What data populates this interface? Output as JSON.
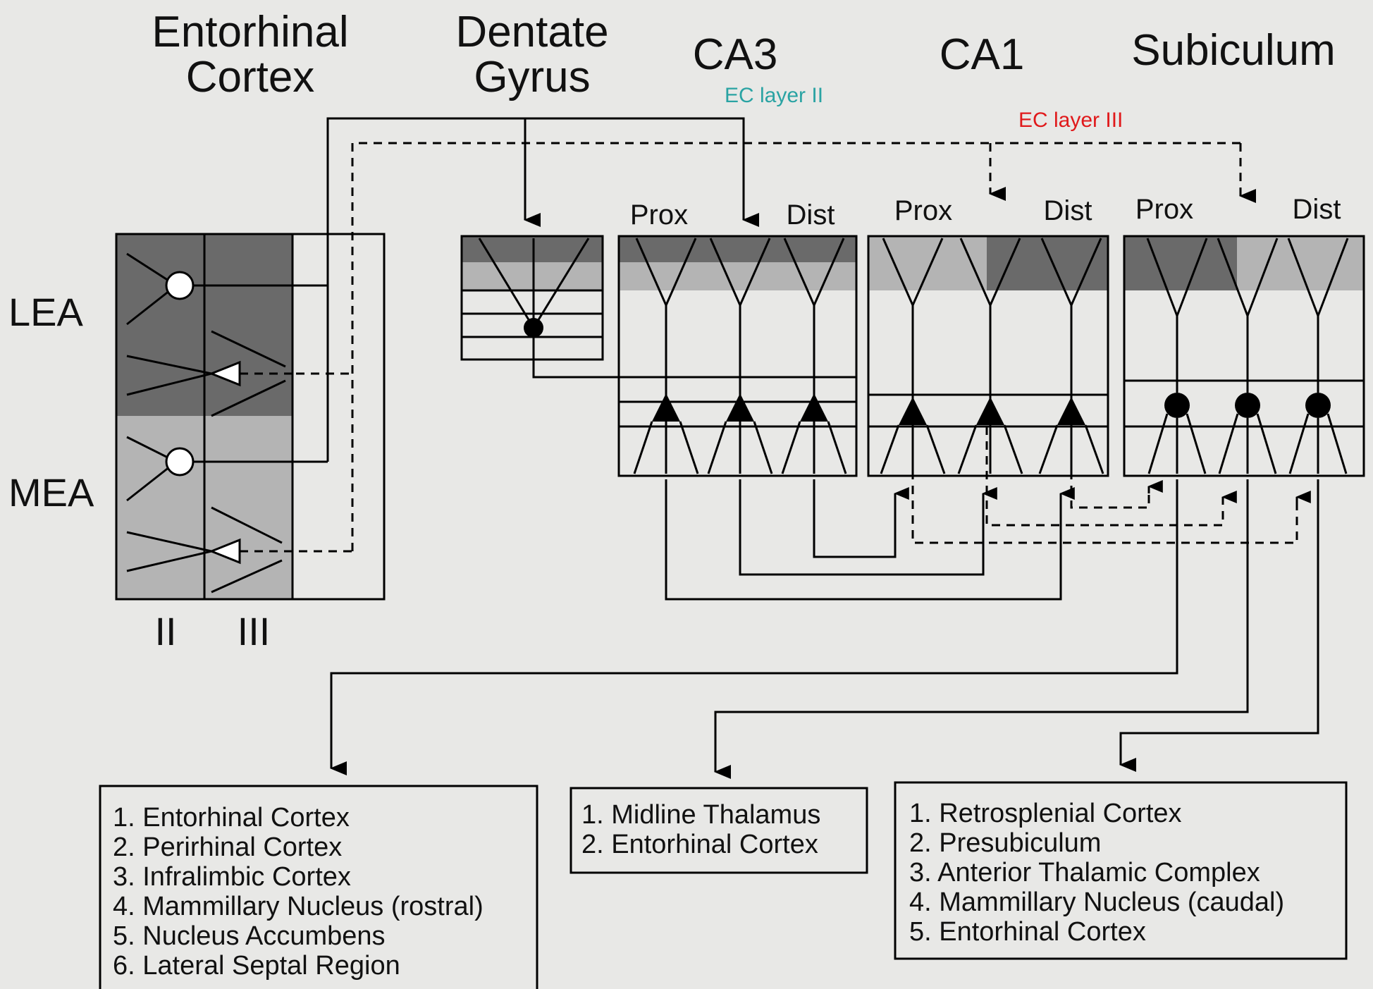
{
  "sections": {
    "entorhinal_line1": "Entorhinal",
    "entorhinal_line2": "Cortex",
    "dentate_line1": "Dentate",
    "dentate_line2": "Gyrus",
    "ca3": "CA3",
    "ca1": "CA1",
    "subiculum": "Subiculum"
  },
  "annotations": {
    "ec_layer_ii": "EC layer II",
    "ec_layer_iii": "EC layer III"
  },
  "colors": {
    "ec_layer_ii": "#2aa3a3",
    "ec_layer_iii": "#e0191b",
    "dark_band": "#6a6a6a",
    "light_band": "#b4b4b4"
  },
  "labels": {
    "ca3_prox": "Prox",
    "ca3_dist": "Dist",
    "ca1_prox": "Prox",
    "ca1_dist": "Dist",
    "sub_prox": "Prox",
    "sub_dist": "Dist",
    "lea": "LEA",
    "mea": "MEA",
    "layer_ii": "II",
    "layer_iii": "III"
  },
  "outputs": {
    "ca1_targets": [
      "1. Entorhinal Cortex",
      "2. Perirhinal Cortex",
      "3. Infralimbic Cortex",
      "4. Mammillary Nucleus (rostral)",
      "5. Nucleus Accumbens",
      "6. Lateral Septal Region"
    ],
    "middle_targets": [
      "1. Midline Thalamus",
      "2. Entorhinal Cortex"
    ],
    "subiculum_targets": [
      "1. Retrosplenial Cortex",
      "2. Presubiculum",
      "3. Anterior Thalamic Complex",
      "4. Mammillary Nucleus (caudal)",
      "5. Entorhinal Cortex"
    ]
  }
}
